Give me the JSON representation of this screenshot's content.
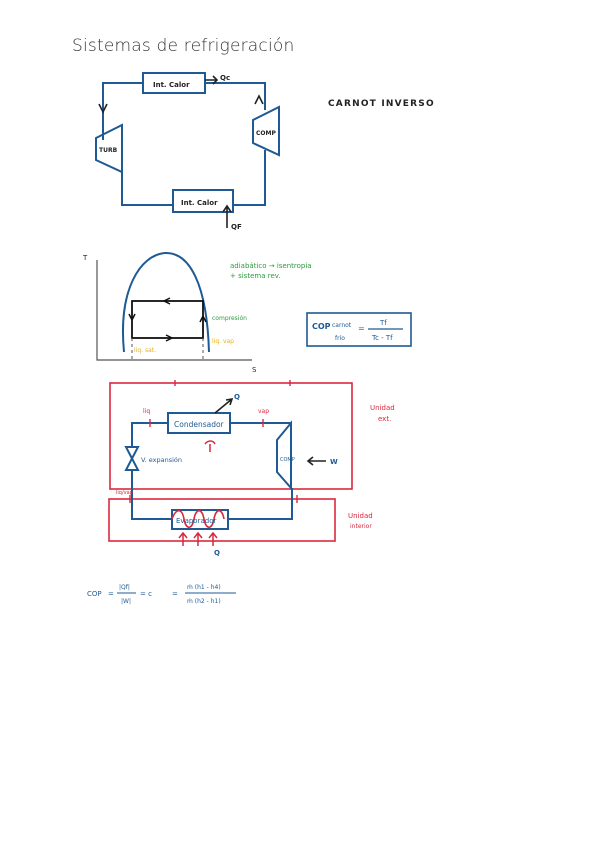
{
  "page": {
    "title": "Sistemas de refrigeración"
  },
  "colors": {
    "ink": "#1f5a94",
    "red": "#d8293c",
    "green": "#2e9a3f",
    "yellow": "#e6b21c",
    "dark": "#222222"
  },
  "carnot": {
    "heading": "CARNOT INVERSO",
    "hx_top": "Int. Calor",
    "hx_bottom": "Int. Calor",
    "turbine": "TURB",
    "compressor": "COMP",
    "qc": "Qc",
    "qf": "QF"
  },
  "ts": {
    "t_axis": "T",
    "s_axis": "S",
    "note_green_1": "adiabático → isentropía",
    "note_green_2": "+ sistema rev.",
    "compression": "compresión",
    "liq_sat": "liq. sat.",
    "liq_vap": "liq. vap",
    "cop_label": "COP",
    "cop_sub_1": "carnot",
    "cop_sub_2": "frío",
    "cop_eq": "=",
    "cop_num": "Tf",
    "cop_den": "Tc - Tf"
  },
  "unit": {
    "outdoor_1": "Unidad",
    "outdoor_2": "ext.",
    "indoor_1": "Unidad",
    "indoor_2": "interior",
    "condenser": "Condensador",
    "evaporator": "Evaporador",
    "liq": "liq",
    "vap": "vap",
    "q_top": "Q",
    "q_bottom": "Q",
    "valve": "V. expansión",
    "comp": "COMP",
    "work": "W",
    "liq_vap": "liq/vap"
  },
  "formula": {
    "lhs": "COP",
    "eq1": "=",
    "num": "|Qf|",
    "den": "|W|",
    "eq_c": "= c",
    "eq2": "=",
    "num2": "ṁ (h1 - h4)",
    "den2": "ṁ (h2 - h1)"
  }
}
